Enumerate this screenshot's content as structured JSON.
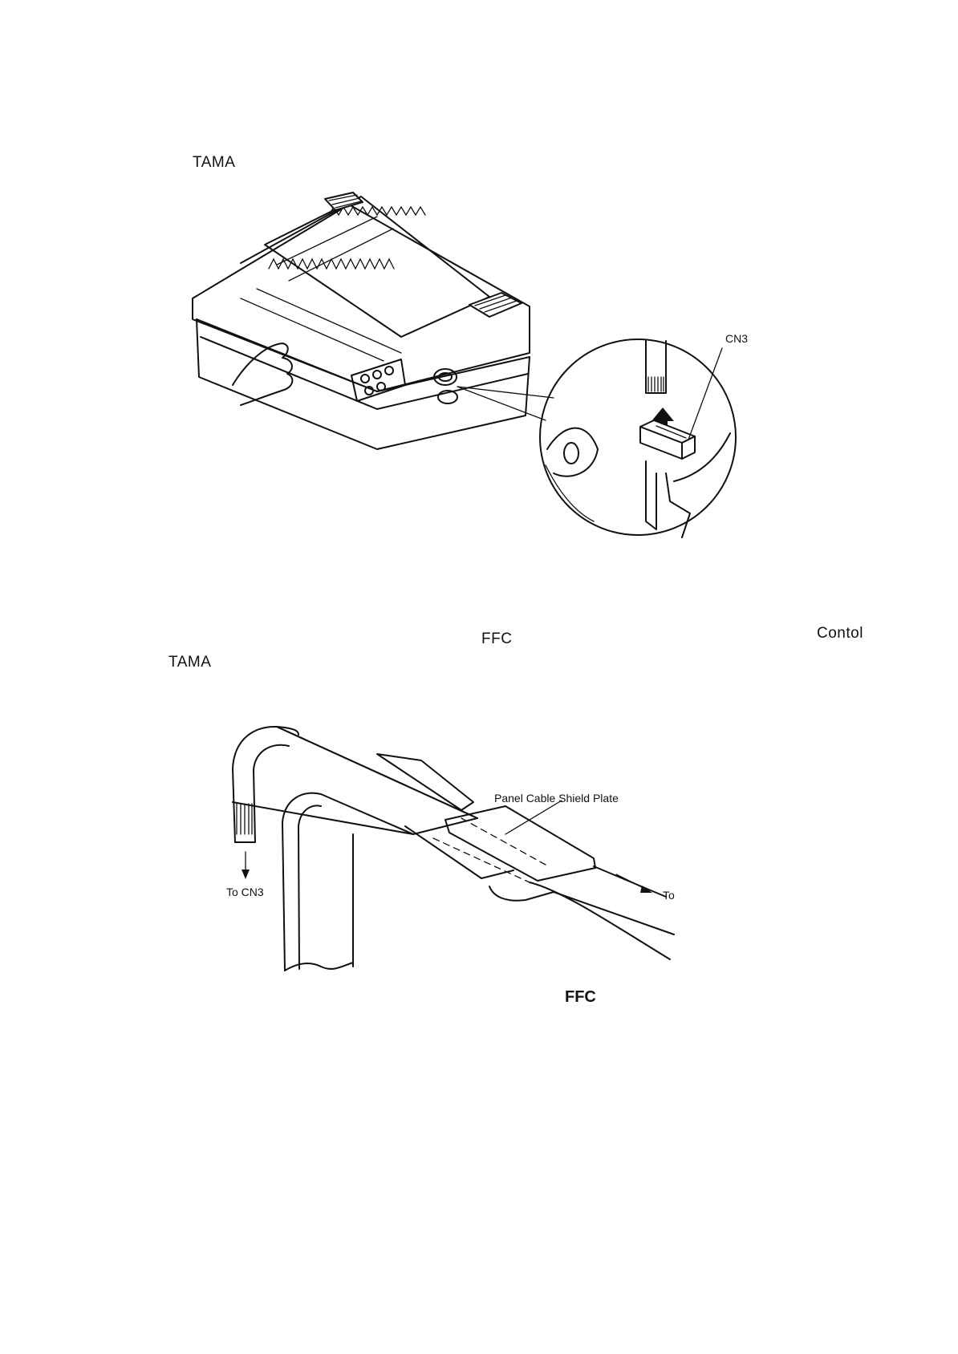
{
  "page": {
    "text": {
      "tama_top": "TAMA",
      "cn3": "CN3",
      "ffc_mid": "FFC",
      "contol": "Contol",
      "tama_mid": "TAMA",
      "panel_cable_shield_plate": "Panel Cable Shield Plate",
      "to_cn3": "To CN3",
      "to": "To",
      "ffc_bottom": "FFC"
    }
  },
  "figures": {
    "figure_1": {
      "icon": "printer-cn3-connector-illustration"
    },
    "figure_2": {
      "icon": "ffc-cable-routing-illustration"
    }
  },
  "colors": {
    "ink": "#111111",
    "paper": "#ffffff"
  }
}
